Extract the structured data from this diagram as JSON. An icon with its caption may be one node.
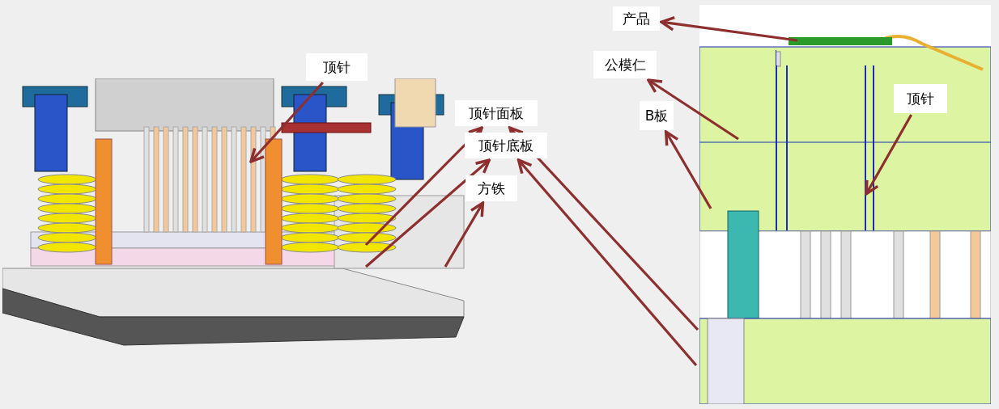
{
  "diagram": {
    "nodes": [
      {
        "text": [],
        "shape": "picture"
      },
      {
        "text": [],
        "shape": "picture"
      },
      {
        "text": [
          "顶针"
        ]
      },
      {
        "text": [
          "顶针面板"
        ]
      },
      {
        "text": [
          "顶针底板"
        ]
      },
      {
        "text": [
          "方铁"
        ]
      },
      {
        "text": [
          "产品"
        ]
      },
      {
        "text": [
          "公模仁"
        ]
      },
      {
        "text": [
          "B板"
        ]
      },
      {
        "text": [
          "顶针"
        ],
        "in": 1
      },
      {
        "text": [],
        "shape": "bar",
        "in": 1
      },
      {
        "text": [],
        "shape": "box",
        "in": 1
      }
    ],
    "edges": [
      {
        "from": 2,
        "to": 0,
        "arrow": "to"
      },
      {
        "from": 0,
        "to": 3,
        "arrow": "to"
      },
      {
        "from": 1,
        "to": 3,
        "arrow": "to"
      },
      {
        "from": 0,
        "to": 4,
        "arrow": "to"
      },
      {
        "from": 1,
        "to": 4,
        "arrow": "to"
      },
      {
        "from": 0,
        "to": 5,
        "arrow": "to"
      },
      {
        "from": 10,
        "to": 6,
        "arrow": "to"
      },
      {
        "from": 11,
        "to": 7,
        "arrow": "to"
      },
      {
        "from": 1,
        "to": 8,
        "arrow": "to"
      },
      {
        "from": 9,
        "to": 1,
        "arrow": "to"
      }
    ]
  }
}
